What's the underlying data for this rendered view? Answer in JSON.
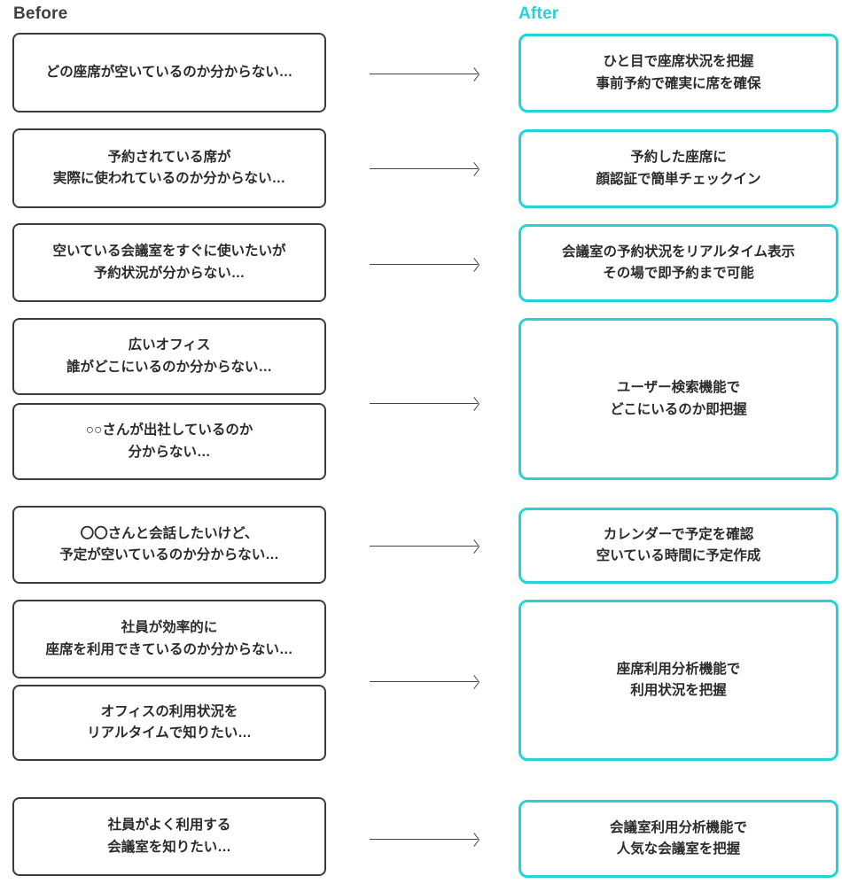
{
  "header": {
    "before_label": "Before",
    "after_label": "After"
  },
  "colors": {
    "accent": "#23d3d5",
    "box_border_dark": "#3b3b3b",
    "text": "#2b2b2b",
    "arrow": "#454545"
  },
  "left_boxes": [
    {
      "text": "どの座席が空いているのか分からない…"
    },
    {
      "text": "予約されている席が\n実際に使われているのか分からない…"
    },
    {
      "text": "空いている会議室をすぐに使いたいが\n予約状況が分からない…"
    },
    {
      "text": "広いオフィス\n誰がどこにいるのか分からない…"
    },
    {
      "text": "○○さんが出社しているのか\n分からない…"
    },
    {
      "text": "〇〇さんと会話したいけど、\n予定が空いているのか分からない…"
    },
    {
      "text": "社員が効率的に\n座席を利用できているのか分からない…"
    },
    {
      "text": "オフィスの利用状況を\nリアルタイムで知りたい…"
    },
    {
      "text": "社員がよく利用する\n会議室を知りたい…"
    }
  ],
  "right_boxes": [
    {
      "text": "ひと目で座席状況を把握\n事前予約で確実に席を確保"
    },
    {
      "text": "予約した座席に\n顔認証で簡単チェックイン"
    },
    {
      "text": "会議室の予約状況をリアルタイム表示\nその場で即予約まで可能"
    },
    {
      "text": "ユーザー検索機能で\nどこにいるのか即把握"
    },
    {
      "text": "カレンダーで予定を確認\n空いている時間に予定作成"
    },
    {
      "text": "座席利用分析機能で\n利用状況を把握"
    },
    {
      "text": "会議室利用分析機能で\n人気な会議室を把握"
    }
  ]
}
